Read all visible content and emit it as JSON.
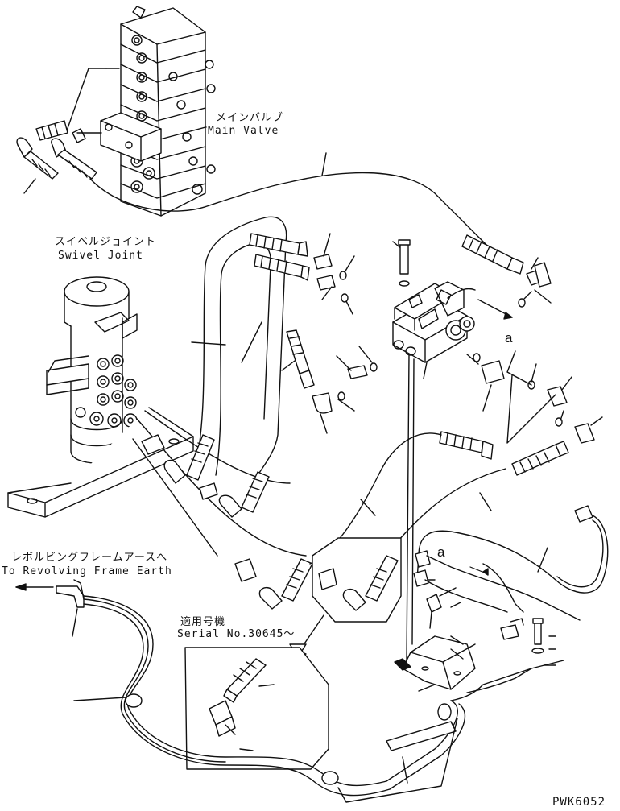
{
  "labels": {
    "main_valve_jp": "メインバルブ",
    "main_valve_en": "Main Valve",
    "swivel_joint_jp": "スイベルジョイント",
    "swivel_joint_en": "Swivel Joint",
    "earth_jp": "レボルビングフレームアースへ",
    "earth_en": "To Revolving Frame Earth",
    "serial_jp": "適用号機",
    "serial_en": "Serial No.30645～",
    "callout_a_top": "a",
    "callout_a_mid": "a",
    "drawing_code": "PWK6052"
  },
  "colors": {
    "line": "#111111",
    "background": "#ffffff"
  }
}
